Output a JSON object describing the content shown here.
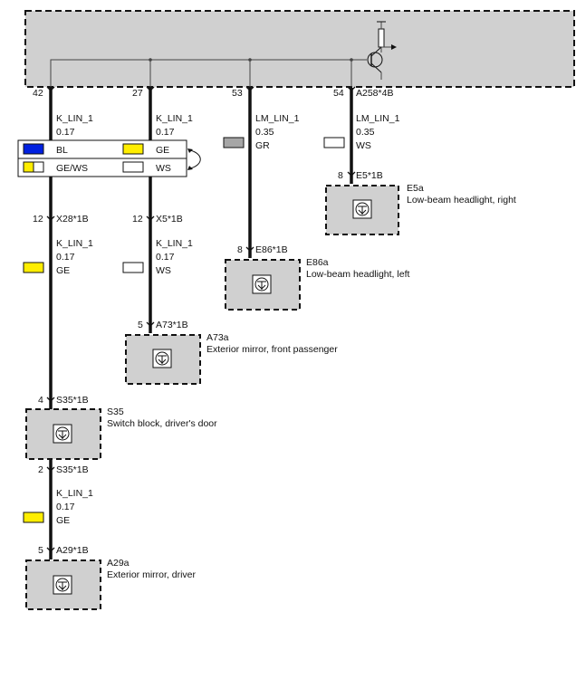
{
  "colors": {
    "module_fill": "#d0d0d0",
    "wire": "#111111",
    "BL": "#0020e0",
    "GE": "#ffee00",
    "GR": "#a6a6a6",
    "WS": "#ffffff"
  },
  "top_pins": [
    {
      "pin": "42",
      "connector": ""
    },
    {
      "pin": "27",
      "connector": ""
    },
    {
      "pin": "53",
      "connector": ""
    },
    {
      "pin": "54",
      "connector": "A258*4B"
    }
  ],
  "wires": {
    "w1": {
      "name": "K_LIN_1",
      "size": "0.17"
    },
    "w2": {
      "name": "K_LIN_1",
      "size": "0.17"
    },
    "w3": {
      "name": "LM_LIN_1",
      "size": "0.35",
      "color": "GR"
    },
    "w4": {
      "name": "LM_LIN_1",
      "size": "0.35",
      "color": "WS"
    },
    "w5": {
      "name": "K_LIN_1",
      "size": "0.17",
      "color": "GE"
    },
    "w6": {
      "name": "K_LIN_1",
      "size": "0.17",
      "color": "WS"
    },
    "w7": {
      "name": "K_LIN_1",
      "size": "0.17",
      "color": "GE"
    }
  },
  "color_table": {
    "r1c1": "BL",
    "r1c2": "GE",
    "r2c1": "GE/WS",
    "r2c2": "WS"
  },
  "connectors": {
    "x28": {
      "pin": "12",
      "name": "X28*1B"
    },
    "x5": {
      "pin": "12",
      "name": "X5*1B"
    },
    "e5": {
      "pin": "8",
      "name": "E5*1B"
    },
    "e86": {
      "pin": "8",
      "name": "E86*1B"
    },
    "a73": {
      "pin": "5",
      "name": "A73*1B"
    },
    "s35_in": {
      "pin": "4",
      "name": "S35*1B"
    },
    "s35_out": {
      "pin": "2",
      "name": "S35*1B"
    },
    "a29": {
      "pin": "5",
      "name": "A29*1B"
    }
  },
  "components": {
    "e5a": {
      "id": "E5a",
      "desc": "Low-beam headlight, right"
    },
    "e86a": {
      "id": "E86a",
      "desc": "Low-beam headlight, left"
    },
    "a73a": {
      "id": "A73a",
      "desc": "Exterior mirror, front passenger"
    },
    "s35": {
      "id": "S35",
      "desc": "Switch block, driver's door"
    },
    "a29a": {
      "id": "A29a",
      "desc": "Exterior mirror, driver"
    }
  }
}
